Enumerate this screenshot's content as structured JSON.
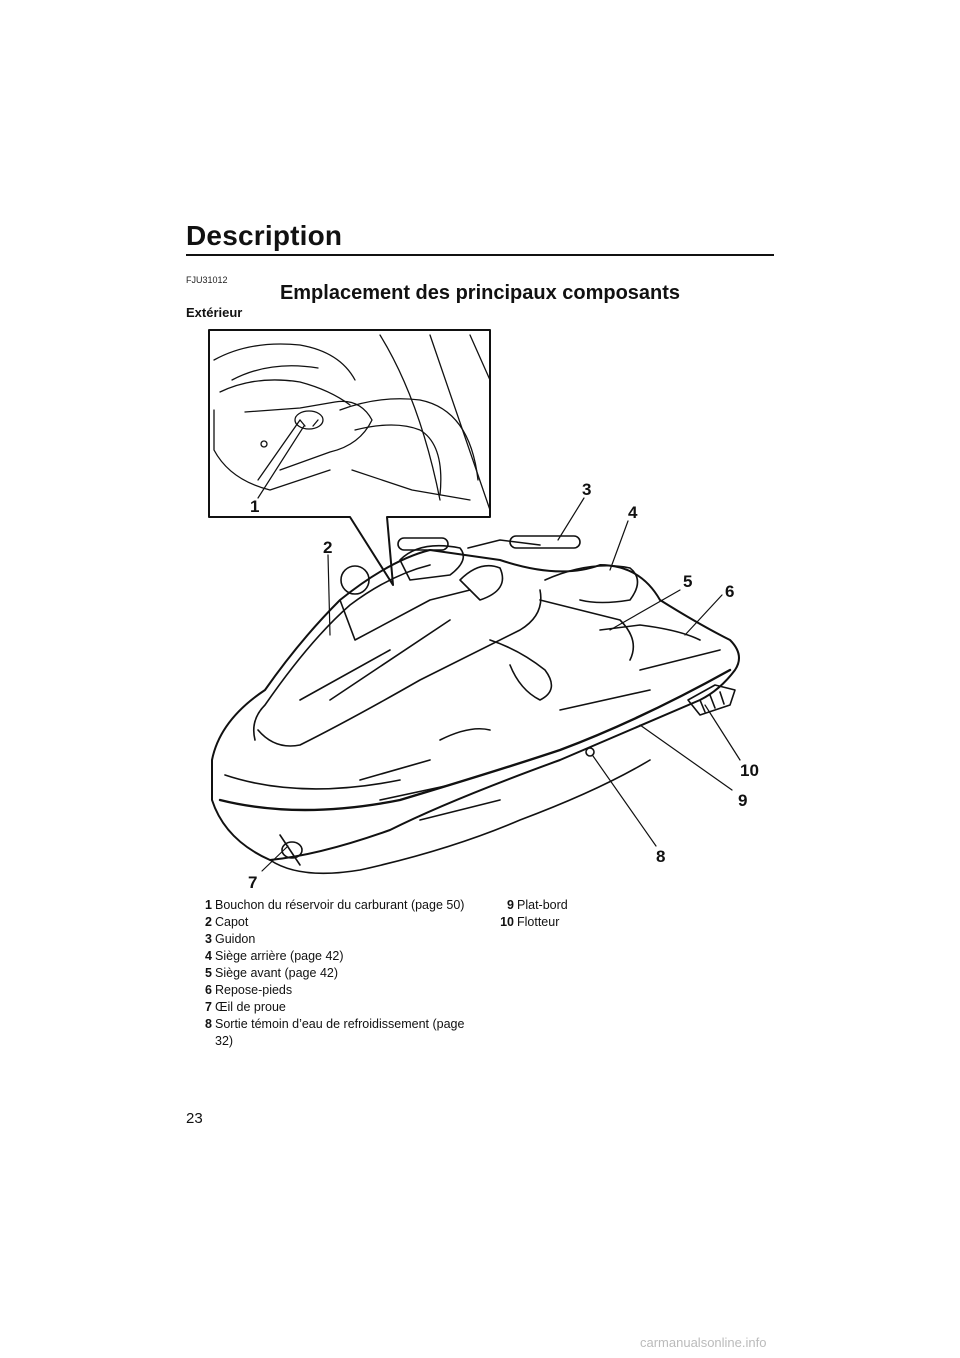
{
  "header": {
    "title": "Description"
  },
  "section": {
    "code": "FJU31012",
    "title": "Emplacement des principaux composants",
    "subtitle": "Extérieur"
  },
  "figure": {
    "callouts": [
      "1",
      "2",
      "3",
      "4",
      "5",
      "6",
      "7",
      "8",
      "9",
      "10"
    ]
  },
  "legend": {
    "left": [
      {
        "num": "1",
        "text": "Bouchon du réservoir du carburant (page 50)"
      },
      {
        "num": "2",
        "text": "Capot"
      },
      {
        "num": "3",
        "text": "Guidon"
      },
      {
        "num": "4",
        "text": "Siège arrière (page 42)"
      },
      {
        "num": "5",
        "text": "Siège avant (page 42)"
      },
      {
        "num": "6",
        "text": "Repose-pieds"
      },
      {
        "num": "7",
        "text": "Œil de proue"
      },
      {
        "num": "8",
        "text": "Sortie témoin d’eau de refroidissement (page 32)"
      }
    ],
    "right": [
      {
        "num": "9",
        "text": "Plat-bord"
      },
      {
        "num": "10",
        "text": "Flotteur"
      }
    ]
  },
  "page": {
    "number": "23"
  },
  "watermark": {
    "text": "carmanualsonline.info"
  }
}
